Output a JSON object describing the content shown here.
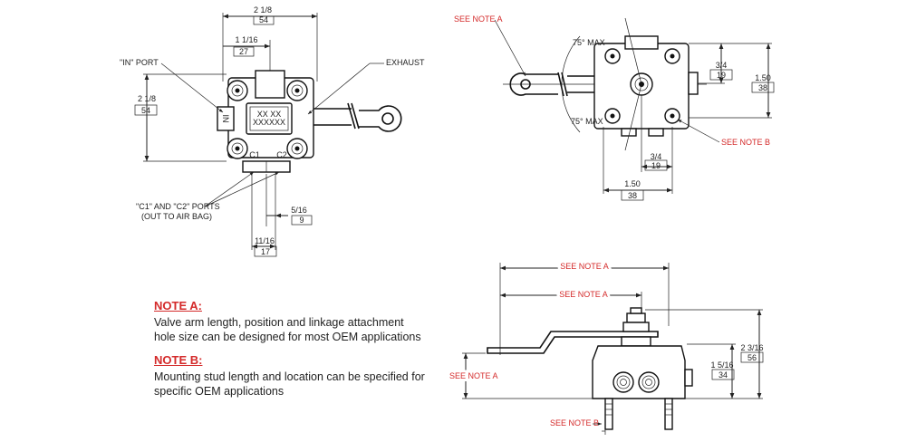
{
  "top_view": {
    "dim_overall_width": {
      "value": "2 1/8",
      "mm": "54"
    },
    "dim_half_width": {
      "value": "1 1/16",
      "mm": "27"
    },
    "dim_height": {
      "value": "2 1/8",
      "mm": "54"
    },
    "dim_port_offset": {
      "value": "5/16",
      "mm": "9"
    },
    "dim_port_spacing": {
      "value": "11/16",
      "mm": "17"
    },
    "in_port_label": "\"IN\" PORT",
    "exhaust_label": "EXHAUST",
    "c_ports_label_1": "\"C1\" AND \"C2\" PORTS",
    "c_ports_label_2": "(OUT TO AIR BAG)",
    "c1": "C1",
    "c2": "C2",
    "in_mark": "IN",
    "plate_line1": "XX XX",
    "plate_line2": "XXXXXX"
  },
  "right_view": {
    "see_note_a": "SEE NOTE A",
    "see_note_b": "SEE NOTE B",
    "angle_upper": "75° MAX",
    "angle_lower": "75° MAX",
    "dim_side_small": {
      "value": "3/4",
      "mm": "19"
    },
    "dim_side_large": {
      "value": "1.50",
      "mm": "38"
    },
    "dim_bottom_small": {
      "value": "3/4",
      "mm": "19"
    },
    "dim_bottom_large": {
      "value": "1.50",
      "mm": "38"
    }
  },
  "side_view": {
    "see_note_a_top": "SEE NOTE A",
    "see_note_a_mid": "SEE NOTE A",
    "see_note_a_left": "SEE NOTE A",
    "see_note_b": "SEE NOTE B",
    "dim_total_height": {
      "value": "2 3/16",
      "mm": "56"
    },
    "dim_body_height": {
      "value": "1 5/16",
      "mm": "34"
    }
  },
  "notes": {
    "note_a_title": "NOTE A:",
    "note_a_text": "Valve arm length, position and linkage attachment hole size can be designed for most OEM applications",
    "note_b_title": "NOTE B:",
    "note_b_text": "Mounting stud length and location can be specified for specific OEM applications"
  },
  "colors": {
    "accent_red": "#d42a2a",
    "line": "#222222"
  }
}
